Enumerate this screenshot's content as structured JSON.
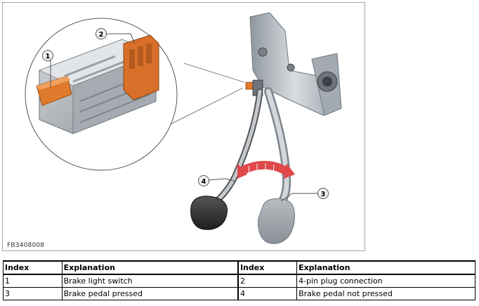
{
  "figure": {
    "code": "FB3408008",
    "callouts": [
      "1",
      "2",
      "3",
      "4"
    ]
  },
  "legend": {
    "headers": [
      "Index",
      "Explanation",
      "Index",
      "Explanation"
    ],
    "rows": [
      [
        "1",
        "Brake light switch",
        "2",
        "4-pin plug connection"
      ],
      [
        "3",
        "Brake pedal pressed",
        "4",
        "Brake pedal not pressed"
      ]
    ]
  },
  "colors": {
    "orange": "#e07a2c",
    "red_arrow": "#e0484a",
    "metal": "#b8bec4",
    "pad": "#3a3a3a"
  }
}
